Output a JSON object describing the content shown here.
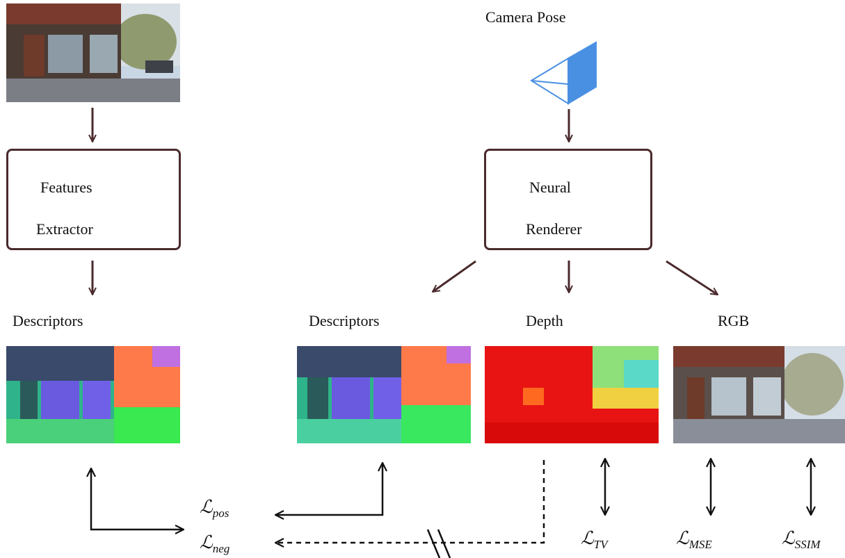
{
  "input_label": "",
  "camera_pose_label": "Camera Pose",
  "features_extractor": {
    "line1": "Features",
    "line2": "Extractor"
  },
  "neural_renderer": {
    "line1": "Neural",
    "line2": "Renderer"
  },
  "outputs": {
    "descriptors_left": "Descriptors",
    "descriptors_right": "Descriptors",
    "depth": "Depth",
    "rgb": "RGB"
  },
  "losses": {
    "pos": {
      "symbol": "ℒ",
      "sub": "pos"
    },
    "neg": {
      "symbol": "ℒ",
      "sub": "neg"
    },
    "tv": {
      "symbol": "ℒ",
      "sub": "TV"
    },
    "mse": {
      "symbol": "ℒ",
      "sub": "MSE"
    },
    "ssim": {
      "symbol": "ℒ",
      "sub": "SSIM"
    }
  },
  "colors": {
    "arrow": "#4a2a2c",
    "loss_arrow": "#111111",
    "camera": "#4a90e2"
  },
  "icons": [
    "camera-frustum-icon"
  ]
}
